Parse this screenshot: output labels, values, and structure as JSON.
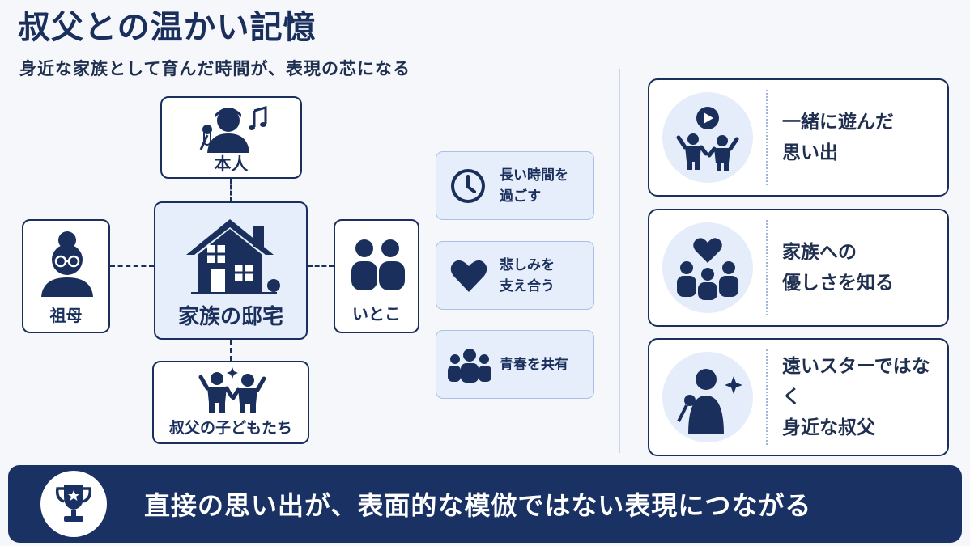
{
  "title": "叔父との温かい記憶",
  "subtitle": "身近な家族として育んだ時間が、表現の芯になる",
  "diagram": {
    "center": {
      "label": "家族の邸宅",
      "icon": "house-icon"
    },
    "top": {
      "label": "本人",
      "icon": "singer-with-music-note-icon"
    },
    "left": {
      "label": "祖母",
      "icon": "grandmother-icon"
    },
    "right": {
      "label": "いとこ",
      "icon": "two-people-icon"
    },
    "bottom": {
      "label": "叔父の子どもたち",
      "icon": "children-icon"
    }
  },
  "points": [
    {
      "text": "長い時間を過ごす",
      "line1": "長い時間を",
      "line2": "過ごす",
      "icon": "clock-icon"
    },
    {
      "text": "悲しみを支え合う",
      "line1": "悲しみを",
      "line2": "支え合う",
      "icon": "heart-icon"
    },
    {
      "text": "青春を共有",
      "line1": "青春を共有",
      "line2": "",
      "icon": "group-icon"
    }
  ],
  "cards": [
    {
      "line1": "一緒に遊んだ",
      "line2": "思い出",
      "icon": "children-play-icon"
    },
    {
      "line1": "家族への",
      "line2": "優しさを知る",
      "icon": "family-heart-icon"
    },
    {
      "line1": "遠いスターではなく",
      "line2": "身近な叔父",
      "icon": "singer-star-icon"
    }
  ],
  "banner": {
    "text": "直接の思い出が、表面的な模倣ではない表現につながる",
    "icon": "trophy-icon"
  },
  "colors": {
    "navy": "#1a2f5c",
    "banner": "#1a3263",
    "light_blue": "#e6eefb",
    "circle_bg": "#e4edf9"
  }
}
